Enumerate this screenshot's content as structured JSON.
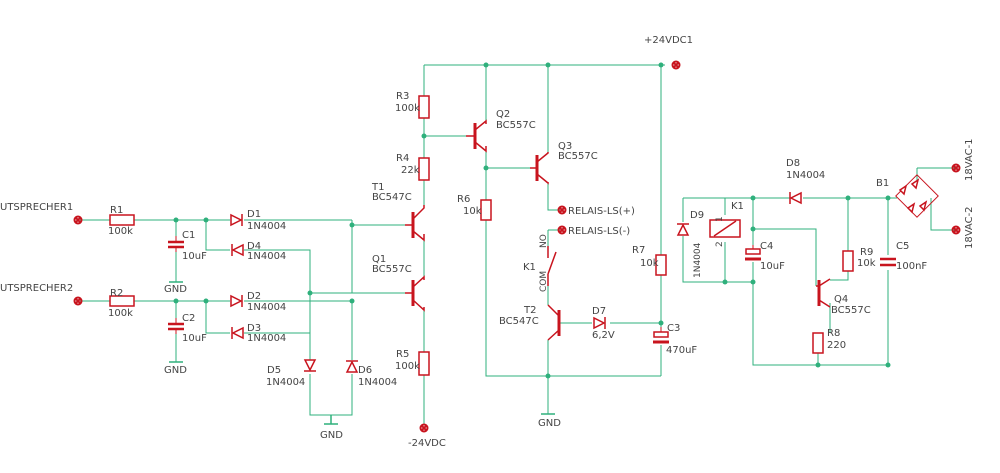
{
  "colors": {
    "wire": "#2fb07c",
    "part": "#c8141e",
    "text": "#444444",
    "background": "#ffffff"
  },
  "labels": {
    "net_speaker1": "UTSPRECHER1",
    "net_speaker2": "UTSPRECHER2",
    "r1_name": "R1",
    "r1_value": "100k",
    "r2_name": "R2",
    "r2_value": "100k",
    "c1_name": "C1",
    "c1_value": "10uF",
    "c2_name": "C2",
    "c2_value": "10uF",
    "gnd1": "GND",
    "gnd2": "GND",
    "gnd3": "GND",
    "gnd4": "GND",
    "d1_name": "D1",
    "d1_value": "1N4004",
    "d2_name": "D2",
    "d2_value": "1N4004",
    "d3_name": "D3",
    "d3_value": "1N4004",
    "d4_name": "D4",
    "d4_value": "1N4004",
    "d5_name": "D5",
    "d5_value": "1N4004",
    "d6_name": "D6",
    "d6_value": "1N4004",
    "r3_name": "R3",
    "r3_value": "100k",
    "r4_name": "R4",
    "r4_value": "22k",
    "r5_name": "R5",
    "r5_value": "100k",
    "r6_name": "R6",
    "r6_value": "10k",
    "r7_name": "R7",
    "r7_value": "10k",
    "t1_name": "T1",
    "t1_value": "BC547C",
    "q1_name": "Q1",
    "q1_value": "BC557C",
    "q2_name": "Q2",
    "q2_value": "BC557C",
    "q3_name": "Q3",
    "q3_value": "BC557C",
    "t2_name": "T2",
    "t2_value": "BC547C",
    "d7_name": "D7",
    "d7_value": "6,2V",
    "c3_name": "C3",
    "c3_value": "470uF",
    "net_vplus": "+24VDC1",
    "net_vminus": "-24VDC",
    "relais_plus": "RELAIS-LS(+)",
    "relais_minus": "RELAIS-LS(-)",
    "k1a_name": "K1",
    "k1a_no": "NO",
    "k1a_com": "COM",
    "d9_name": "D9",
    "d9_value": "1N4004",
    "k1_name": "K1",
    "k1_pin1": "1",
    "k1_pin2": "2",
    "c4_name": "C4",
    "c4_value": "10uF",
    "d8_name": "D8",
    "d8_value": "1N4004",
    "r9_name": "R9",
    "r9_value": "10k",
    "q4_name": "Q4",
    "q4_value": "BC557C",
    "r8_name": "R8",
    "r8_value": "220",
    "c5_name": "C5",
    "c5_value": "100nF",
    "b1_name": "B1",
    "net_ac1": "18VAC-1",
    "net_ac2": "18VAC-2"
  }
}
